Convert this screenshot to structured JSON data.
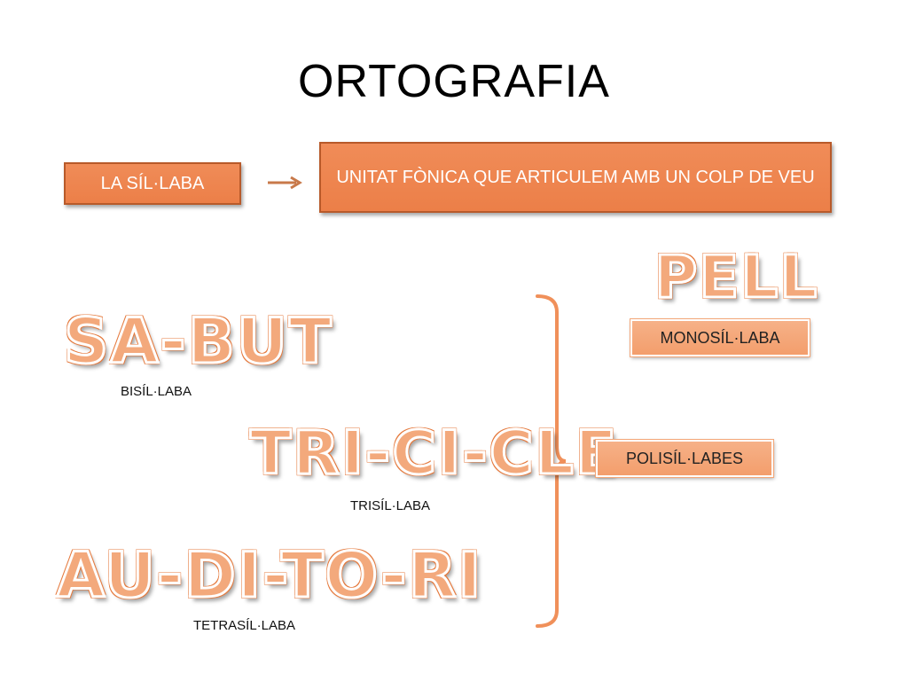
{
  "title": "ORTOGRAFIA",
  "term_box": "LA SÍL·LABA",
  "definition_box": "UNITAT FÒNICA QUE ARTICULEM AMB UN COLP DE VEU",
  "words": {
    "pell": "PELL",
    "sabut": "SA-BUT",
    "tricicle": "TRI-CI-CLE",
    "auditori": "AU-DI-TO-RI"
  },
  "labels": {
    "monosil": "MONOSÍL·LABA",
    "bisil": "BISÍL·LABA",
    "trisil": "TRISÍL·LABA",
    "tetrasil": "TETRASÍL·LABA",
    "polisil": "POLISÍL·LABES"
  },
  "colors": {
    "accent": "#ec7f48",
    "accent_light": "#f3a97c",
    "border": "#b85a2a"
  },
  "icons": {
    "arrow": "arrow-right-icon",
    "brace": "right-brace-icon"
  }
}
